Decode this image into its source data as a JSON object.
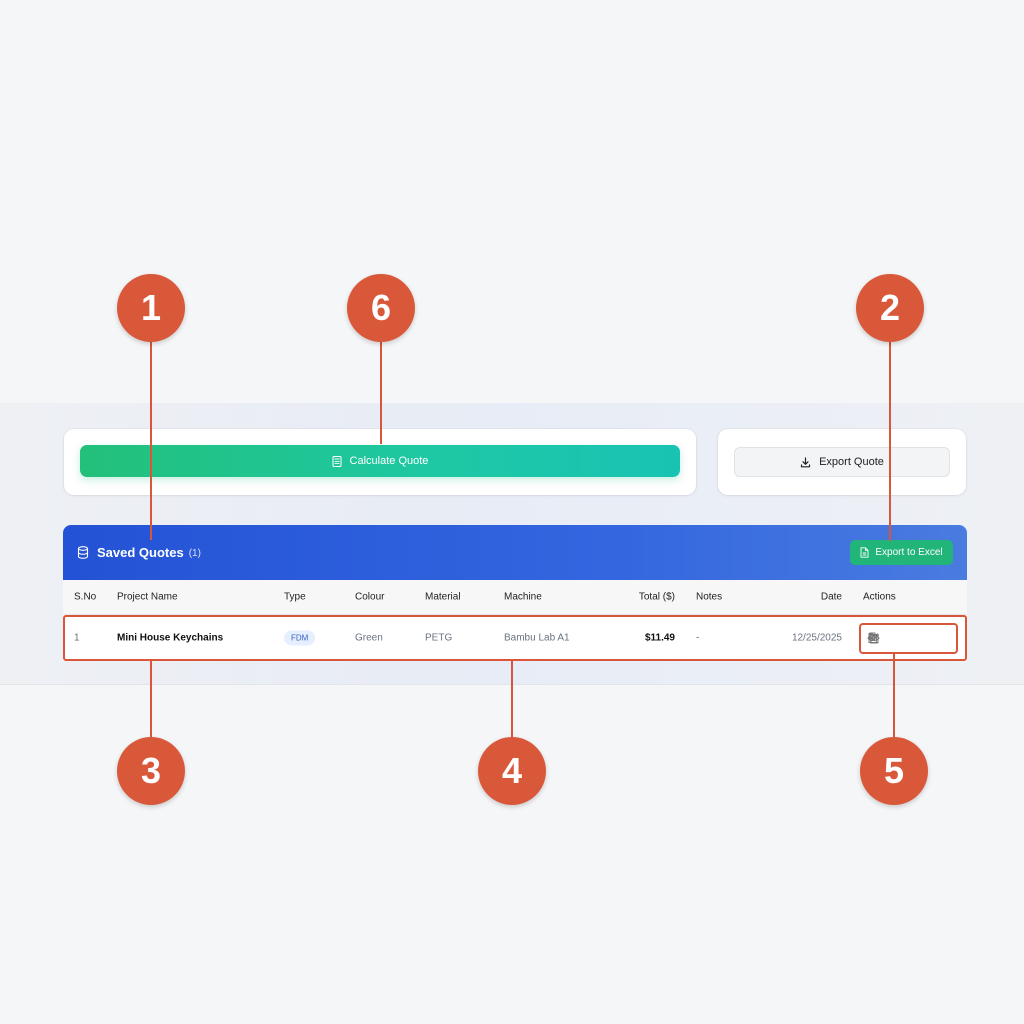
{
  "calculate": {
    "label": "Calculate Quote",
    "icon": "calculator-icon"
  },
  "export_quote": {
    "label": "Export Quote",
    "icon": "download-icon"
  },
  "saved_quotes": {
    "title": "Saved Quotes",
    "count": "(1)",
    "title_icon": "database-icon",
    "export_excel_label": "Export to Excel",
    "export_excel_icon": "file-icon",
    "columns": [
      "S.No",
      "Project Name",
      "Type",
      "Colour",
      "Material",
      "Machine",
      "Total ($)",
      "Notes",
      "Date",
      "Actions"
    ],
    "rows": [
      {
        "sno": "1",
        "project": "Mini House Keychains",
        "type": "FDM",
        "colour": "Green",
        "material": "PETG",
        "machine": "Bambu Lab A1",
        "total": "$11.49",
        "notes": "-",
        "date": "12/25/2025",
        "actions": [
          "eye-icon",
          "copy-icon",
          "edit-icon",
          "trash-icon"
        ]
      }
    ]
  },
  "callouts": [
    "1",
    "6",
    "2",
    "3",
    "4",
    "5"
  ],
  "colors": {
    "header_blue": "#2452d6",
    "calc_green": "#22c07a",
    "excel_green": "#22b57a",
    "callout_orange": "#d9583a"
  }
}
